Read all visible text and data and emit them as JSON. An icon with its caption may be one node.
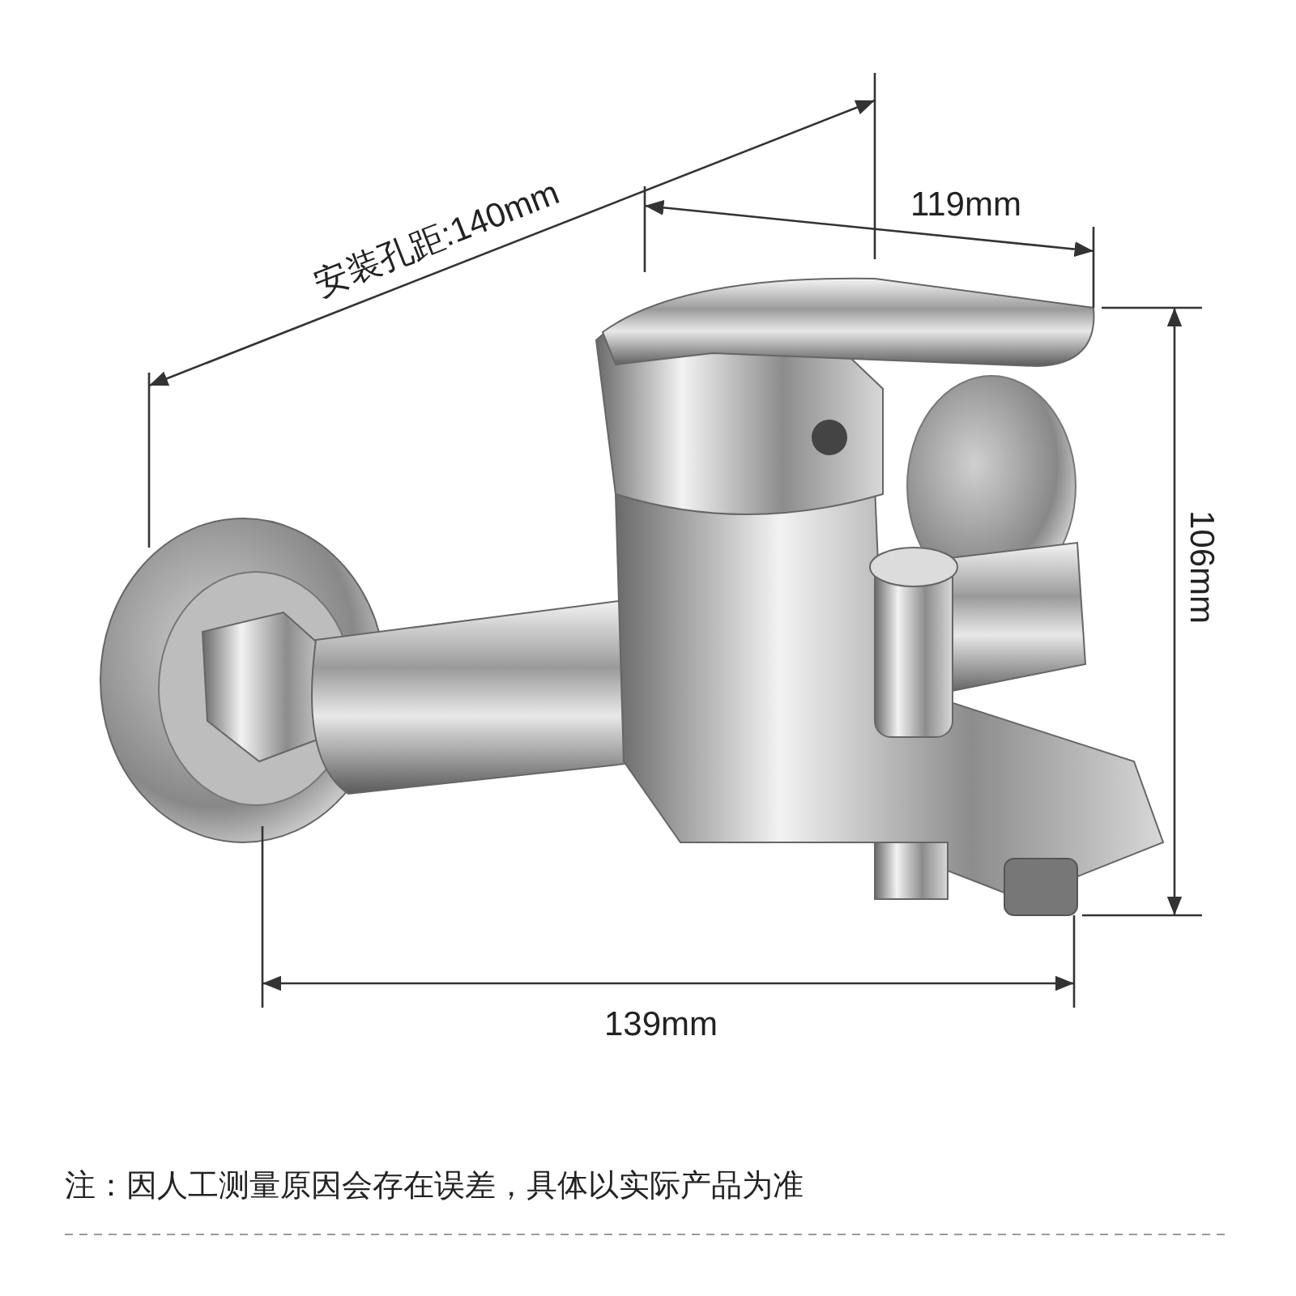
{
  "diagram": {
    "labels": [
      "安装孔距:140mm",
      "119mm",
      "106mm",
      "139mm",
      "注：因人工测量原因会存在误差，具体以实际产品为准"
    ]
  }
}
